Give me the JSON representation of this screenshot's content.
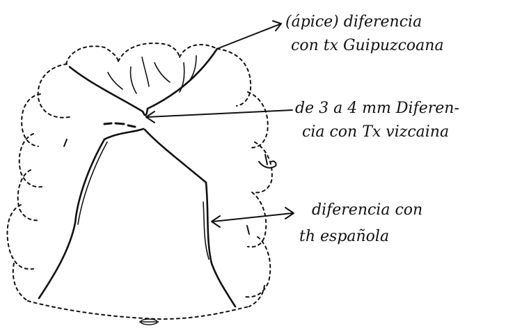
{
  "annotations": {
    "apex": {
      "line1": "(ápice) diferencia",
      "line2": "con tx Guipuzcoana"
    },
    "middle": {
      "line1": "de 3 a 4 mm Diferen-",
      "line2": "cia con Tx vizcaina"
    },
    "side": {
      "line1": "diferencia con",
      "line2": "th española"
    }
  },
  "colors": {
    "ink": "#111111",
    "paper": "#ffffff"
  }
}
